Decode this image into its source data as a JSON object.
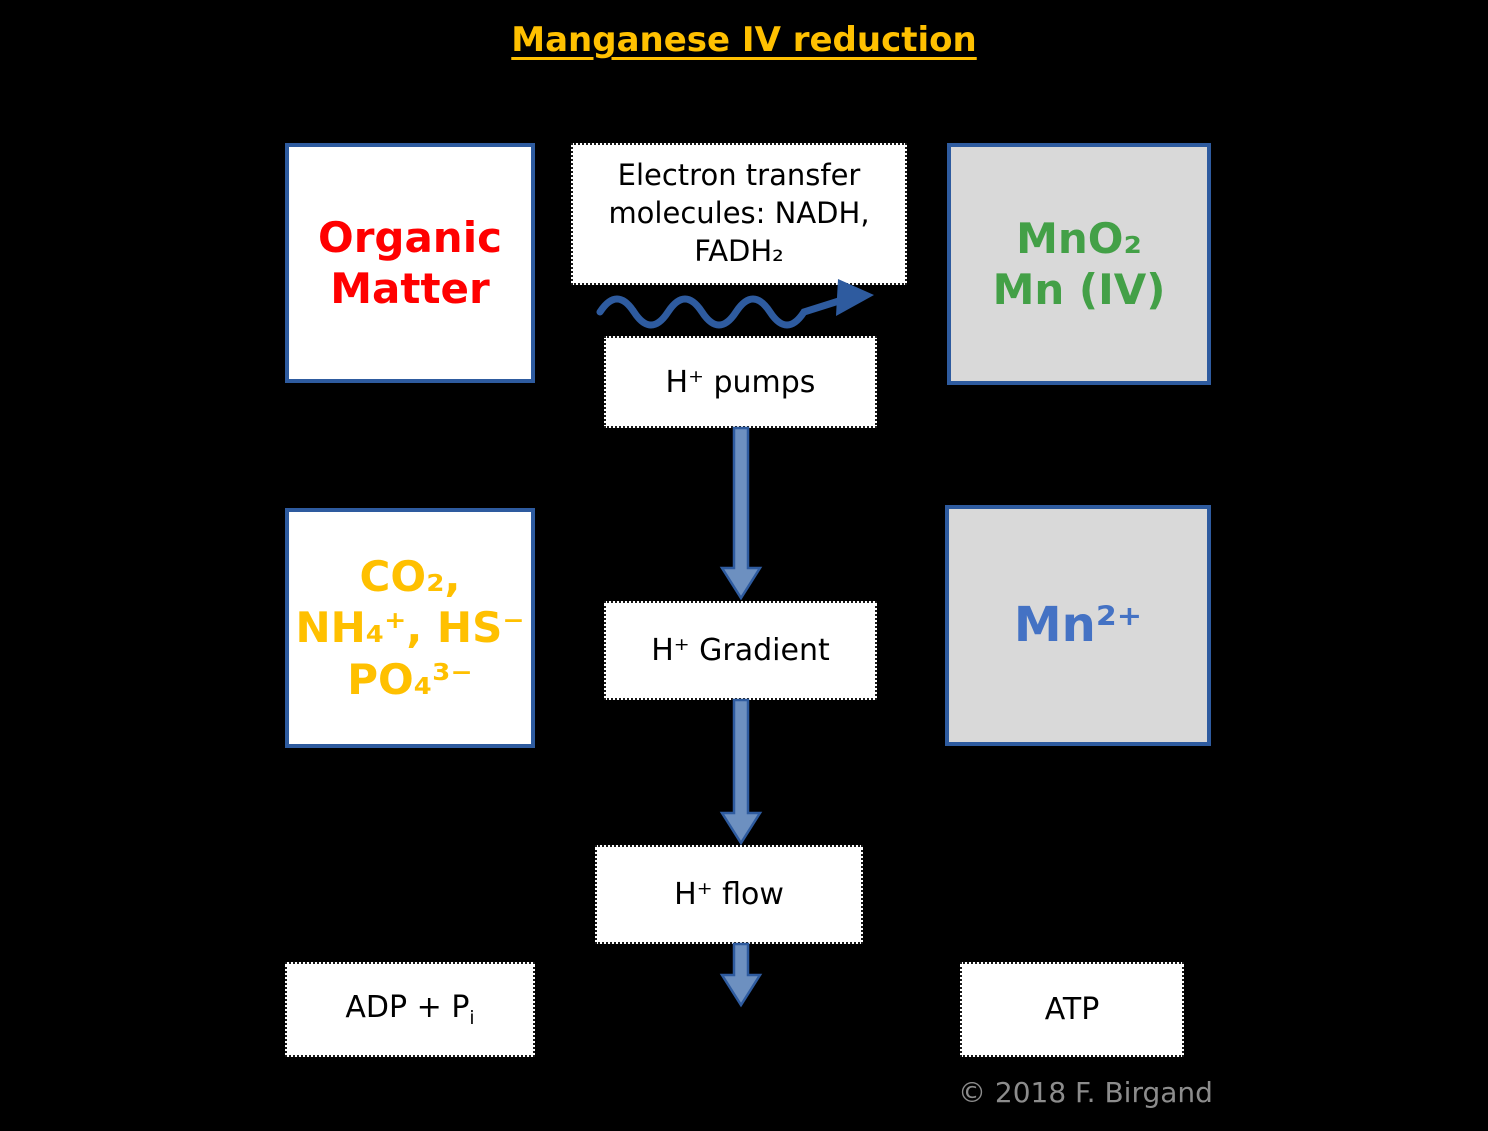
{
  "title": "Manganese IV reduction",
  "boxes": {
    "organic_matter": {
      "label": "Organic Matter",
      "text_color": "#FF0000"
    },
    "electron_transfer": {
      "lines": [
        "Electron transfer",
        "molecules: NADH,",
        "FADH₂"
      ]
    },
    "mno2": {
      "lines": [
        "MnO₂",
        "Mn (IV)"
      ],
      "text_color": "#43A047"
    },
    "h_pumps": {
      "label": "H⁺ pumps"
    },
    "mineralization_products": {
      "lines": [
        "CO₂,",
        "NH₄⁺, HS⁻",
        "PO₄³⁻"
      ],
      "text_color": "#FFC000"
    },
    "h_gradient": {
      "label": "H⁺ Gradient"
    },
    "mn2plus": {
      "label": "Mn²⁺",
      "text_color": "#4472C4"
    },
    "h_flow": {
      "label": "H⁺ flow"
    },
    "adp_pi": {
      "main": "ADP + P",
      "sub": "i"
    },
    "atp": {
      "label": "ATP"
    }
  },
  "arrows": {
    "electron_transfer_wavy_arrow": "wavy arrow pointing right from electron transfer molecules toward MnO2",
    "pumps_to_gradient_arrow": "down arrow from H+ pumps to H+ Gradient",
    "gradient_to_flow_arrow": "down arrow from H+ Gradient to H+ flow",
    "flow_output_arrow": "down arrow leaving H+ flow"
  },
  "colors": {
    "background": "#000000",
    "title_text": "#FFC000",
    "solid_box_border": "#2E5B9F",
    "gray_box_fill": "#D9D9D9",
    "arrow_fill": "#6D90C0",
    "arrow_outline": "#2E5B9F",
    "wavy_arrow": "#2E5B9F",
    "copyright_text": "#8C8C8C"
  },
  "footer": {
    "copyright": "© 2018 F. Birgand"
  }
}
